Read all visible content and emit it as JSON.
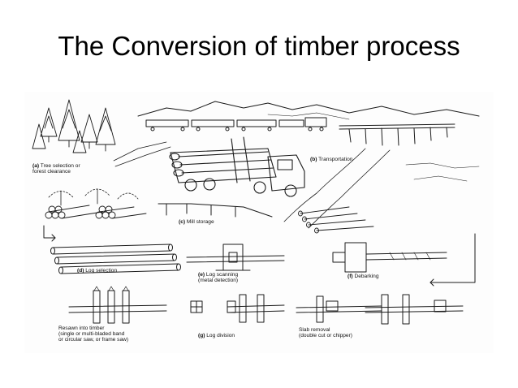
{
  "title": "The Conversion of timber process",
  "labels": {
    "a_key": "(a)",
    "a_1": "Tree selection or",
    "a_2": "forest clearance",
    "b_key": "(b)",
    "b_1": "Transportation",
    "c_key": "(c)",
    "c_1": "Mill storage",
    "d_key": "(d)",
    "d_1": "Log selection",
    "e_key": "(e)",
    "e_1": "Log scanning",
    "e_2": "(metal detection)",
    "f_key": "(f)",
    "f_1": "Debarking",
    "g_key": "(g)",
    "g_1": "Log division",
    "resawn_1": "Resawn into timber",
    "resawn_2": "(single or multi-bladed band",
    "resawn_3": "or circular saw, or frame saw)",
    "slab_1": "Slab removal",
    "slab_2": "(double cut or chipper)"
  },
  "colors": {
    "ink": "#1a1a1a",
    "paper": "#fdfdfd"
  }
}
